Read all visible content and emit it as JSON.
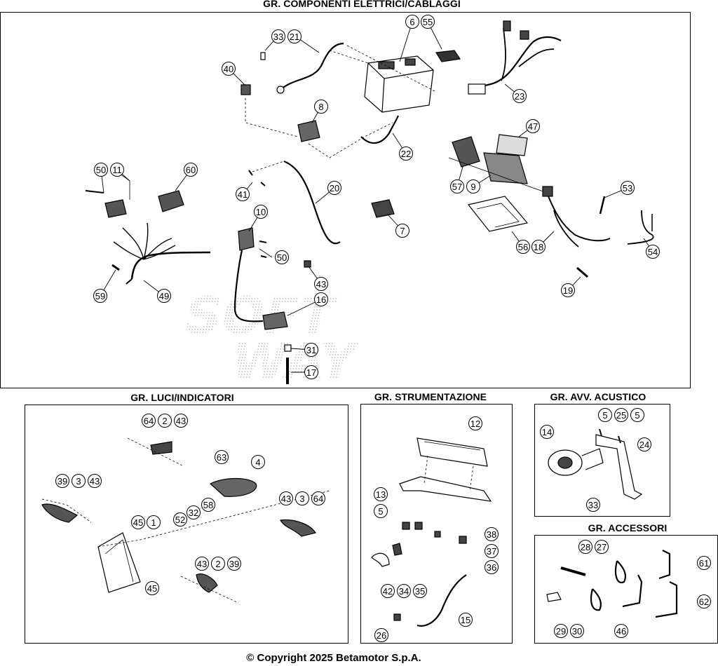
{
  "sections": {
    "electrical": {
      "title": "GR. COMPONENTI ELETTRICI/CABLAGGI"
    },
    "lights": {
      "title": "GR. LUCI/INDICATORI"
    },
    "instruments": {
      "title": "GR. STRUMENTAZIONE"
    },
    "horn": {
      "title": "GR. AVV. ACUSTICO"
    },
    "accessories": {
      "title": "GR. ACCESSORI"
    }
  },
  "callouts": {
    "electrical": [
      "33",
      "21",
      "6",
      "55",
      "40",
      "8",
      "23",
      "22",
      "47",
      "50",
      "11",
      "60",
      "41",
      "20",
      "57",
      "9",
      "53",
      "10",
      "7",
      "56",
      "18",
      "50",
      "54",
      "59",
      "49",
      "43",
      "19",
      "16",
      "31",
      "17"
    ],
    "lights": [
      "64",
      "2",
      "43",
      "63",
      "4",
      "39",
      "3",
      "43",
      "58",
      "43",
      "3",
      "64",
      "45",
      "1",
      "52",
      "32",
      "45",
      "43",
      "2",
      "39"
    ],
    "instruments": [
      "12",
      "13",
      "5",
      "38",
      "37",
      "36",
      "42",
      "34",
      "35",
      "15",
      "26"
    ],
    "horn": [
      "5",
      "25",
      "5",
      "14",
      "24",
      "33"
    ],
    "accessories": [
      "28",
      "27",
      "61",
      "62",
      "29",
      "30",
      "46"
    ]
  },
  "watermark": "SOFT WAY",
  "footer": "© Copyright 2025 Betamotor S.p.A."
}
